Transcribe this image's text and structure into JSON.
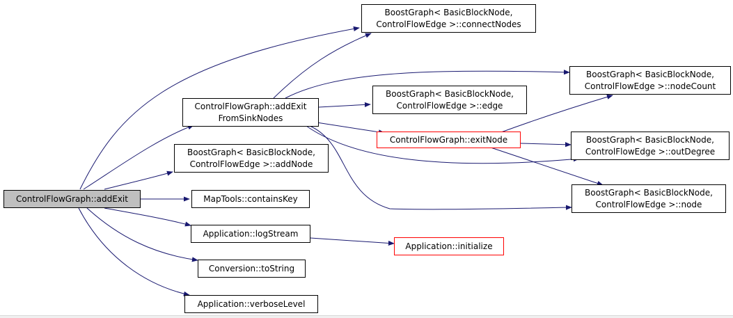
{
  "colors": {
    "edge": "#191970",
    "root_fill": "#bfbfbf",
    "node_border": "#000000",
    "highlight_border": "#ff0000"
  },
  "nodes": {
    "root": {
      "label": "ControlFlowGraph::addExit"
    },
    "addExitSink": {
      "label": "ControlFlowGraph::addExit\nFromSinkNodes"
    },
    "connectNodes": {
      "label": "BoostGraph< BasicBlockNode,\n ControlFlowEdge >::connectNodes"
    },
    "nodeCount": {
      "label": "BoostGraph< BasicBlockNode,\n ControlFlowEdge >::nodeCount"
    },
    "edge": {
      "label": "BoostGraph< BasicBlockNode,\n ControlFlowEdge >::edge"
    },
    "exitNode": {
      "label": "ControlFlowGraph::exitNode"
    },
    "outDegree": {
      "label": "BoostGraph< BasicBlockNode,\n ControlFlowEdge >::outDegree"
    },
    "addNode": {
      "label": "BoostGraph< BasicBlockNode,\n ControlFlowEdge >::addNode"
    },
    "node": {
      "label": "BoostGraph< BasicBlockNode,\n ControlFlowEdge >::node"
    },
    "containsKey": {
      "label": "MapTools::containsKey"
    },
    "logStream": {
      "label": "Application::logStream"
    },
    "initialize": {
      "label": "Application::initialize"
    },
    "toString": {
      "label": "Conversion::toString"
    },
    "verboseLevel": {
      "label": "Application::verboseLevel"
    }
  }
}
